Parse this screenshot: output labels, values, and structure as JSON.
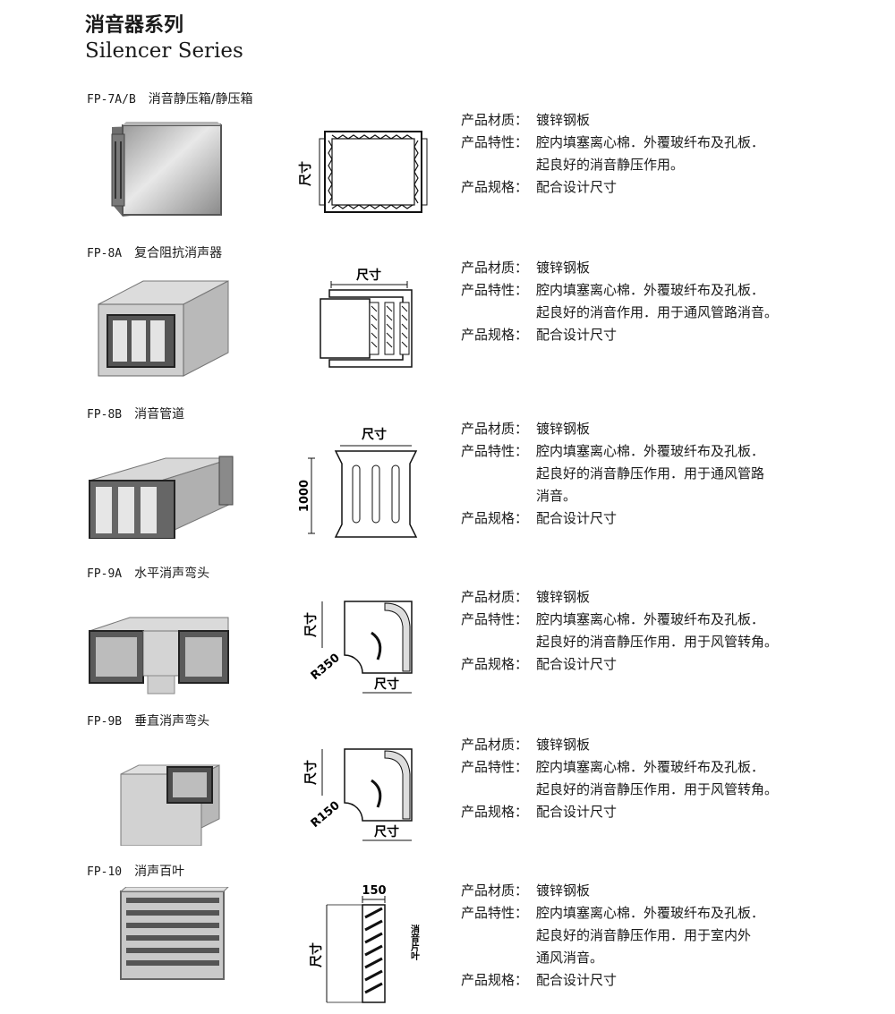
{
  "header": {
    "title_zh": "消音器系列",
    "title_en": "Silencer Series"
  },
  "labels": {
    "material": "产品材质：",
    "features": "产品特性：",
    "spec": "产品规格："
  },
  "dims": {
    "size": "尺寸",
    "len_1000": "1000",
    "r350": "R350",
    "r150": "R150",
    "w150": "150",
    "louver_tag": "消音片叶"
  },
  "products": [
    {
      "code": "FP-7A/B",
      "name": "消音静压箱/静压箱",
      "material": "镀锌钢板",
      "features": [
        "腔内填塞离心棉．外覆玻纤布及孔板．",
        "起良好的消音静压作用。"
      ],
      "spec": "配合设计尺寸"
    },
    {
      "code": "FP-8A",
      "name": "复合阻抗消声器",
      "material": "镀锌钢板",
      "features": [
        "腔内填塞离心棉．外覆玻纤布及孔板．",
        "起良好的消音作用．用于通风管路消音。"
      ],
      "spec": "配合设计尺寸"
    },
    {
      "code": "FP-8B",
      "name": "消音管道",
      "material": "镀锌钢板",
      "features": [
        "腔内填塞离心棉．外覆玻纤布及孔板．",
        "起良好的消音静压作用．用于通风管路",
        "消音。"
      ],
      "spec": "配合设计尺寸"
    },
    {
      "code": "FP-9A",
      "name": "水平消声弯头",
      "material": "镀锌钢板",
      "features": [
        "腔内填塞离心棉．外覆玻纤布及孔板．",
        "起良好的消音静压作用．用于风管转角。"
      ],
      "spec": "配合设计尺寸"
    },
    {
      "code": "FP-9B",
      "name": "垂直消声弯头",
      "material": "镀锌钢板",
      "features": [
        "腔内填塞离心棉．外覆玻纤布及孔板．",
        "起良好的消音静压作用．用于风管转角。"
      ],
      "spec": "配合设计尺寸"
    },
    {
      "code": "FP-10",
      "name": "消声百叶",
      "material": "镀锌钢板",
      "features": [
        "腔内填塞离心棉．外覆玻纤布及孔板．",
        "起良好的消音静压作用．用于室内外",
        "通风消音。"
      ],
      "spec": "配合设计尺寸"
    }
  ]
}
